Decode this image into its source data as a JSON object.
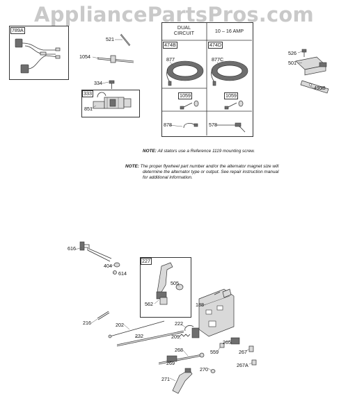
{
  "watermark": "AppliancePartsPros.com",
  "stator_table": {
    "col1_header_line1": "DUAL",
    "col1_header_line2": "CIRCUIT",
    "col2_header": "10 – 16 AMP"
  },
  "callouts": {
    "p789A": "789A",
    "p521": "521",
    "p1054": "1054",
    "p334": "334",
    "p333": "333",
    "p851": "851",
    "p474B": "474B",
    "p474D": "474D",
    "p877": "877",
    "p877C": "877C",
    "p1059a": "1059",
    "p1059b": "1059",
    "p878": "878",
    "p578": "578",
    "p526": "526",
    "p501": "501",
    "p493B": "493B",
    "p616": "616",
    "p404": "404",
    "p614": "614",
    "p227": "227",
    "p505": "505",
    "p562": "562",
    "p188": "188",
    "p216": "216",
    "p202": "202",
    "p222": "222",
    "p232": "232",
    "p209": "209",
    "p265": "265",
    "p559": "559",
    "p267": "267",
    "p268": "268",
    "p269": "269",
    "p270": "270",
    "p267A": "267A",
    "p271": "271"
  },
  "notes": {
    "note1_label": "NOTE:",
    "note1_text": "All stators use a Reference 1119 mounting screw.",
    "note2_label": "NOTE:",
    "note2_line1": "The proper flywheel part number and/or the alternator magnet size will",
    "note2_line2": "determine the alternator type or output. See repair instruction manual",
    "note2_line3": "for additional information."
  }
}
